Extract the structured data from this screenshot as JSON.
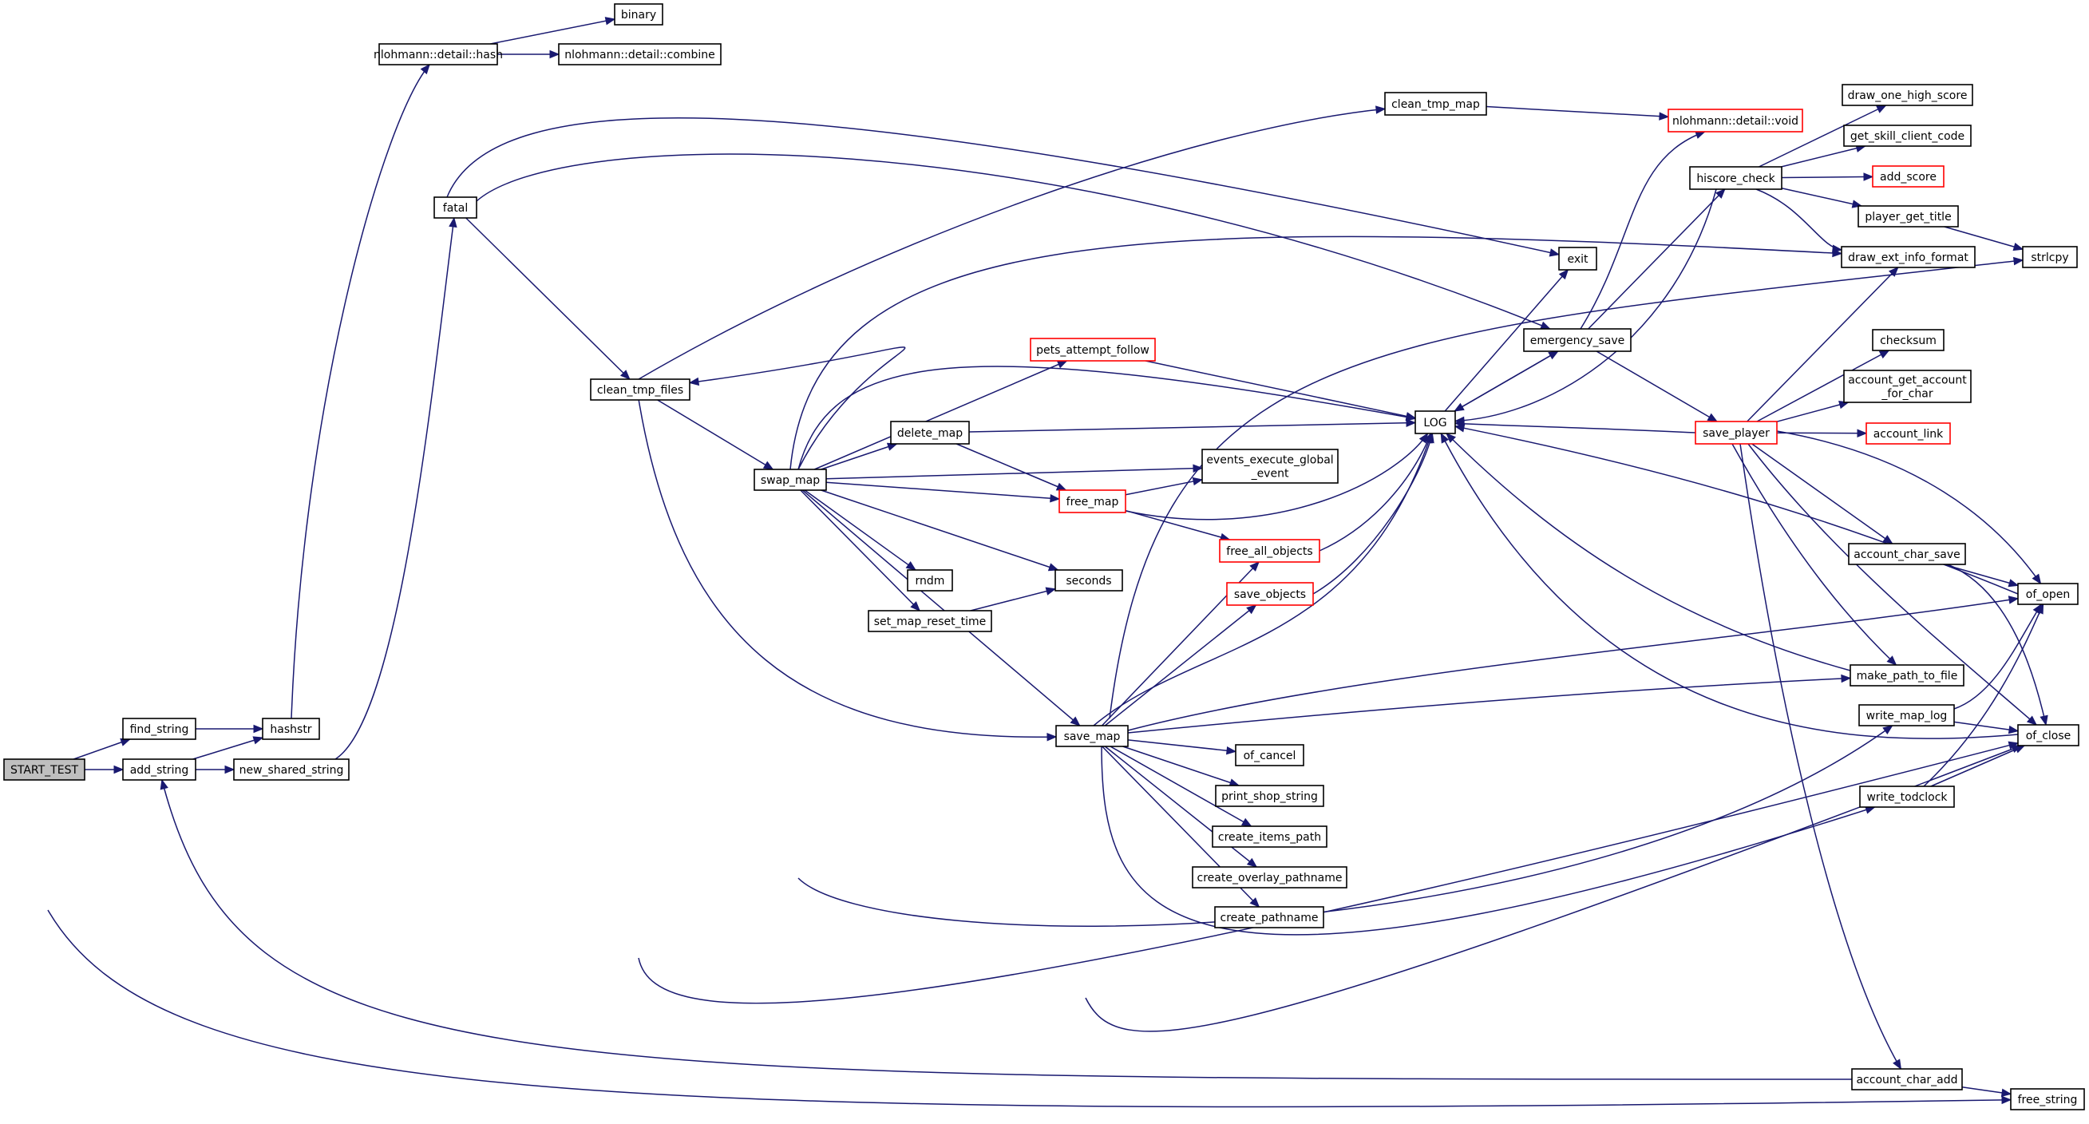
{
  "graph": {
    "type": "call-graph",
    "root": "START_TEST",
    "colors": {
      "edge": "#191970",
      "root_fill": "#bfbfbf",
      "node_fill": "#ffffff",
      "node_border": "#000000",
      "truncated_border": "#ff0000"
    },
    "nodes": [
      {
        "id": "START_TEST",
        "label": [
          "START_TEST"
        ],
        "style": "root"
      },
      {
        "id": "find_string",
        "label": [
          "find_string"
        ],
        "style": "normal"
      },
      {
        "id": "add_string",
        "label": [
          "add_string"
        ],
        "style": "normal"
      },
      {
        "id": "hashstr",
        "label": [
          "hashstr"
        ],
        "style": "normal"
      },
      {
        "id": "new_shared_string",
        "label": [
          "new_shared_string"
        ],
        "style": "normal"
      },
      {
        "id": "nlohmann_hash",
        "label": [
          "nlohmann::detail::hash"
        ],
        "style": "normal"
      },
      {
        "id": "binary",
        "label": [
          "binary"
        ],
        "style": "normal"
      },
      {
        "id": "nlohmann_combine",
        "label": [
          "nlohmann::detail::combine"
        ],
        "style": "normal"
      },
      {
        "id": "fatal",
        "label": [
          "fatal"
        ],
        "style": "normal"
      },
      {
        "id": "clean_tmp_files",
        "label": [
          "clean_tmp_files"
        ],
        "style": "normal"
      },
      {
        "id": "swap_map",
        "label": [
          "swap_map"
        ],
        "style": "normal"
      },
      {
        "id": "clean_tmp_map",
        "label": [
          "clean_tmp_map"
        ],
        "style": "normal"
      },
      {
        "id": "nlohmann_void",
        "label": [
          "nlohmann::detail::void"
        ],
        "style": "truncated"
      },
      {
        "id": "pets_attempt_follow",
        "label": [
          "pets_attempt_follow"
        ],
        "style": "truncated"
      },
      {
        "id": "delete_map",
        "label": [
          "delete_map"
        ],
        "style": "normal"
      },
      {
        "id": "events_execute_global_event",
        "label": [
          "events_execute_global",
          "_event"
        ],
        "style": "normal"
      },
      {
        "id": "free_map",
        "label": [
          "free_map"
        ],
        "style": "truncated"
      },
      {
        "id": "rndm",
        "label": [
          "rndm"
        ],
        "style": "normal"
      },
      {
        "id": "seconds",
        "label": [
          "seconds"
        ],
        "style": "normal"
      },
      {
        "id": "set_map_reset_time",
        "label": [
          "set_map_reset_time"
        ],
        "style": "normal"
      },
      {
        "id": "free_all_objects",
        "label": [
          "free_all_objects"
        ],
        "style": "truncated"
      },
      {
        "id": "save_objects",
        "label": [
          "save_objects"
        ],
        "style": "truncated"
      },
      {
        "id": "save_map",
        "label": [
          "save_map"
        ],
        "style": "normal"
      },
      {
        "id": "of_cancel",
        "label": [
          "of_cancel"
        ],
        "style": "normal"
      },
      {
        "id": "print_shop_string",
        "label": [
          "print_shop_string"
        ],
        "style": "normal"
      },
      {
        "id": "create_items_path",
        "label": [
          "create_items_path"
        ],
        "style": "normal"
      },
      {
        "id": "create_overlay_pathname",
        "label": [
          "create_overlay_pathname"
        ],
        "style": "normal"
      },
      {
        "id": "create_pathname",
        "label": [
          "create_pathname"
        ],
        "style": "normal"
      },
      {
        "id": "exit",
        "label": [
          "exit"
        ],
        "style": "normal"
      },
      {
        "id": "emergency_save",
        "label": [
          "emergency_save"
        ],
        "style": "normal"
      },
      {
        "id": "LOG",
        "label": [
          "LOG"
        ],
        "style": "normal"
      },
      {
        "id": "hiscore_check",
        "label": [
          "hiscore_check"
        ],
        "style": "normal"
      },
      {
        "id": "save_player",
        "label": [
          "save_player"
        ],
        "style": "truncated"
      },
      {
        "id": "draw_one_high_score",
        "label": [
          "draw_one_high_score"
        ],
        "style": "normal"
      },
      {
        "id": "get_skill_client_code",
        "label": [
          "get_skill_client_code"
        ],
        "style": "normal"
      },
      {
        "id": "add_score",
        "label": [
          "add_score"
        ],
        "style": "truncated"
      },
      {
        "id": "player_get_title",
        "label": [
          "player_get_title"
        ],
        "style": "normal"
      },
      {
        "id": "draw_ext_info_format",
        "label": [
          "draw_ext_info_format"
        ],
        "style": "normal"
      },
      {
        "id": "strlcpy",
        "label": [
          "strlcpy"
        ],
        "style": "normal"
      },
      {
        "id": "checksum",
        "label": [
          "checksum"
        ],
        "style": "normal"
      },
      {
        "id": "account_get_account_for_char",
        "label": [
          "account_get_account",
          "_for_char"
        ],
        "style": "normal"
      },
      {
        "id": "account_link",
        "label": [
          "account_link"
        ],
        "style": "truncated"
      },
      {
        "id": "account_char_save",
        "label": [
          "account_char_save"
        ],
        "style": "normal"
      },
      {
        "id": "of_open",
        "label": [
          "of_open"
        ],
        "style": "normal"
      },
      {
        "id": "make_path_to_file",
        "label": [
          "make_path_to_file"
        ],
        "style": "normal"
      },
      {
        "id": "write_map_log",
        "label": [
          "write_map_log"
        ],
        "style": "normal"
      },
      {
        "id": "of_close",
        "label": [
          "of_close"
        ],
        "style": "normal"
      },
      {
        "id": "write_todclock",
        "label": [
          "write_todclock"
        ],
        "style": "normal"
      },
      {
        "id": "account_char_add",
        "label": [
          "account_char_add"
        ],
        "style": "normal"
      },
      {
        "id": "free_string",
        "label": [
          "free_string"
        ],
        "style": "normal"
      }
    ],
    "edges": [
      [
        "START_TEST",
        "find_string"
      ],
      [
        "START_TEST",
        "add_string"
      ],
      [
        "START_TEST",
        "free_string"
      ],
      [
        "find_string",
        "hashstr"
      ],
      [
        "add_string",
        "hashstr"
      ],
      [
        "add_string",
        "new_shared_string"
      ],
      [
        "hashstr",
        "nlohmann_hash"
      ],
      [
        "nlohmann_hash",
        "binary"
      ],
      [
        "nlohmann_hash",
        "nlohmann_combine"
      ],
      [
        "new_shared_string",
        "fatal"
      ],
      [
        "fatal",
        "clean_tmp_files"
      ],
      [
        "fatal",
        "exit"
      ],
      [
        "fatal",
        "emergency_save"
      ],
      [
        "clean_tmp_files",
        "clean_tmp_map"
      ],
      [
        "clean_tmp_files",
        "swap_map"
      ],
      [
        "clean_tmp_files",
        "save_map"
      ],
      [
        "clean_tmp_files",
        "of_close"
      ],
      [
        "clean_tmp_map",
        "nlohmann_void"
      ],
      [
        "swap_map",
        "clean_tmp_files"
      ],
      [
        "swap_map",
        "pets_attempt_follow"
      ],
      [
        "swap_map",
        "delete_map"
      ],
      [
        "swap_map",
        "events_execute_global_event"
      ],
      [
        "swap_map",
        "free_map"
      ],
      [
        "swap_map",
        "rndm"
      ],
      [
        "swap_map",
        "seconds"
      ],
      [
        "swap_map",
        "set_map_reset_time"
      ],
      [
        "swap_map",
        "save_map"
      ],
      [
        "swap_map",
        "LOG"
      ],
      [
        "swap_map",
        "draw_ext_info_format"
      ],
      [
        "swap_map",
        "write_map_log"
      ],
      [
        "pets_attempt_follow",
        "LOG"
      ],
      [
        "delete_map",
        "LOG"
      ],
      [
        "delete_map",
        "free_map"
      ],
      [
        "free_map",
        "events_execute_global_event"
      ],
      [
        "free_map",
        "LOG"
      ],
      [
        "free_map",
        "free_all_objects"
      ],
      [
        "set_map_reset_time",
        "seconds"
      ],
      [
        "free_all_objects",
        "LOG"
      ],
      [
        "save_objects",
        "LOG"
      ],
      [
        "save_map",
        "free_all_objects"
      ],
      [
        "save_map",
        "save_objects"
      ],
      [
        "save_map",
        "LOG"
      ],
      [
        "save_map",
        "of_cancel"
      ],
      [
        "save_map",
        "print_shop_string"
      ],
      [
        "save_map",
        "create_items_path"
      ],
      [
        "save_map",
        "create_overlay_pathname"
      ],
      [
        "save_map",
        "create_pathname"
      ],
      [
        "save_map",
        "of_open"
      ],
      [
        "save_map",
        "make_path_to_file"
      ],
      [
        "save_map",
        "of_close"
      ],
      [
        "save_map",
        "strlcpy"
      ],
      [
        "save_map",
        "write_todclock"
      ],
      [
        "LOG",
        "exit"
      ],
      [
        "LOG",
        "emergency_save"
      ],
      [
        "emergency_save",
        "LOG"
      ],
      [
        "emergency_save",
        "nlohmann_void"
      ],
      [
        "emergency_save",
        "hiscore_check"
      ],
      [
        "emergency_save",
        "save_player"
      ],
      [
        "hiscore_check",
        "LOG"
      ],
      [
        "hiscore_check",
        "draw_one_high_score"
      ],
      [
        "hiscore_check",
        "get_skill_client_code"
      ],
      [
        "hiscore_check",
        "add_score"
      ],
      [
        "hiscore_check",
        "player_get_title"
      ],
      [
        "hiscore_check",
        "draw_ext_info_format"
      ],
      [
        "player_get_title",
        "strlcpy"
      ],
      [
        "save_player",
        "LOG"
      ],
      [
        "save_player",
        "draw_ext_info_format"
      ],
      [
        "save_player",
        "checksum"
      ],
      [
        "save_player",
        "account_get_account_for_char"
      ],
      [
        "save_player",
        "account_link"
      ],
      [
        "save_player",
        "account_char_save"
      ],
      [
        "save_player",
        "of_open"
      ],
      [
        "save_player",
        "make_path_to_file"
      ],
      [
        "save_player",
        "of_close"
      ],
      [
        "save_player",
        "account_char_add"
      ],
      [
        "account_char_save",
        "of_open"
      ],
      [
        "account_char_save",
        "of_close"
      ],
      [
        "make_path_to_file",
        "LOG"
      ],
      [
        "write_map_log",
        "of_open"
      ],
      [
        "write_map_log",
        "of_close"
      ],
      [
        "write_todclock",
        "of_open"
      ],
      [
        "write_todclock",
        "of_close"
      ],
      [
        "of_open",
        "LOG"
      ],
      [
        "of_close",
        "LOG"
      ],
      [
        "account_char_add",
        "add_string"
      ],
      [
        "account_char_add",
        "free_string"
      ]
    ]
  }
}
